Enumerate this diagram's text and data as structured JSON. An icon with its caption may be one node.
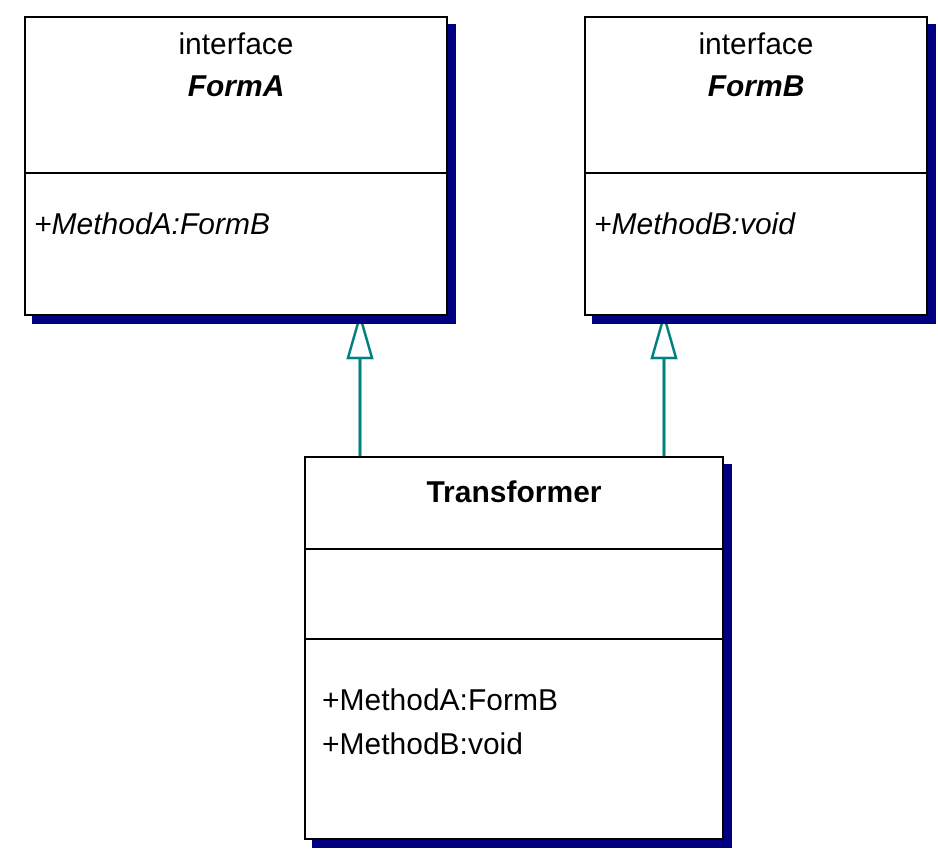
{
  "diagram": {
    "nodes": [
      {
        "text": [
          "interface",
          "FormA",
          "+MethodA:FormB"
        ]
      },
      {
        "text": [
          "interface",
          "FormB",
          "+MethodB:void"
        ]
      },
      {
        "text": [
          "Transformer",
          "+MethodA:FormB",
          "+MethodB:void"
        ]
      }
    ],
    "edges": [
      {
        "from": 2,
        "to": 0,
        "arrow": "to"
      },
      {
        "from": 2,
        "to": 1,
        "arrow": "to"
      }
    ]
  }
}
